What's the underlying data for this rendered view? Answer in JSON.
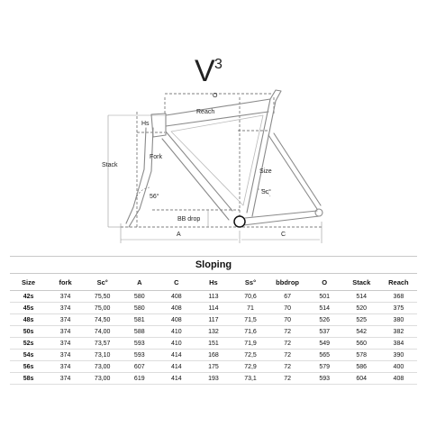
{
  "diagram": {
    "title": "V",
    "title_sup": "3",
    "labels": {
      "O": "O",
      "reach": "Reach",
      "hs": "Hs",
      "stack": "Stack",
      "fork": "Fork",
      "size": "Size",
      "angle_front": "56°",
      "angle_seat": "Sc°",
      "bb_drop": "BB drop",
      "a": "A",
      "c": "C"
    }
  },
  "table": {
    "title": "Sloping",
    "headers": [
      "Size",
      "fork",
      "Sc°",
      "A",
      "C",
      "Hs",
      "Ss°",
      "bbdrop",
      "O",
      "Stack",
      "Reach"
    ],
    "rows": [
      [
        "42s",
        "374",
        "75,50",
        "580",
        "408",
        "113",
        "70,6",
        "67",
        "501",
        "514",
        "368"
      ],
      [
        "45s",
        "374",
        "75,00",
        "580",
        "408",
        "114",
        "71",
        "70",
        "514",
        "520",
        "375"
      ],
      [
        "48s",
        "374",
        "74,50",
        "581",
        "408",
        "117",
        "71,5",
        "70",
        "526",
        "525",
        "380"
      ],
      [
        "50s",
        "374",
        "74,00",
        "588",
        "410",
        "132",
        "71,6",
        "72",
        "537",
        "542",
        "382"
      ],
      [
        "52s",
        "374",
        "73,57",
        "593",
        "410",
        "151",
        "71,9",
        "72",
        "549",
        "560",
        "384"
      ],
      [
        "54s",
        "374",
        "73,10",
        "593",
        "414",
        "168",
        "72,5",
        "72",
        "565",
        "578",
        "390"
      ],
      [
        "56s",
        "374",
        "73,00",
        "607",
        "414",
        "175",
        "72,9",
        "72",
        "579",
        "586",
        "400"
      ],
      [
        "58s",
        "374",
        "73,00",
        "619",
        "414",
        "193",
        "73,1",
        "72",
        "593",
        "604",
        "408"
      ]
    ]
  }
}
